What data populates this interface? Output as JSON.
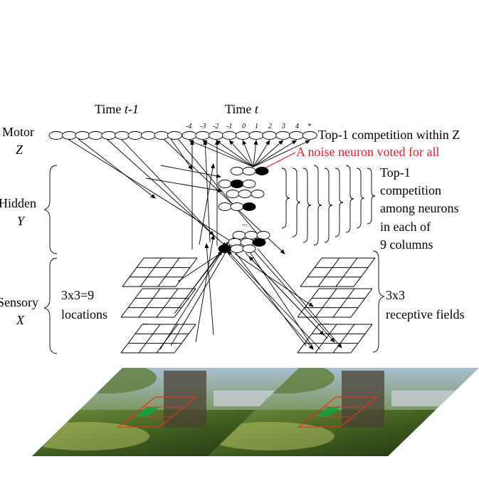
{
  "labels": {
    "time_prev_prefix": "Time ",
    "time_prev_var": "t-1",
    "time_curr_prefix": "Time ",
    "time_curr_var": "t",
    "motor_name": "Motor",
    "motor_var": "Z",
    "hidden_name": "Hidden",
    "hidden_var": "Y",
    "sensory_name": "Sensory",
    "sensory_var": "X",
    "motor_indices": [
      "-4",
      "-3",
      "-2",
      "-1",
      "0",
      "1",
      "2",
      "3",
      "4",
      "*"
    ],
    "top1_within_z": "Top-1 competition within Z",
    "noise_neuron": "A noise neuron voted for all",
    "top1_hidden": [
      "Top-1",
      "competition",
      "among neurons",
      "in each of",
      "9 columns"
    ],
    "locations": [
      "3x3=9",
      "locations"
    ],
    "receptive": [
      "3x3",
      "receptive fields"
    ],
    "dots": "..."
  },
  "colors": {
    "annotation_red": "#e0202a",
    "highlight_box": "#e8321e",
    "highlight_cell": "#18a040"
  }
}
